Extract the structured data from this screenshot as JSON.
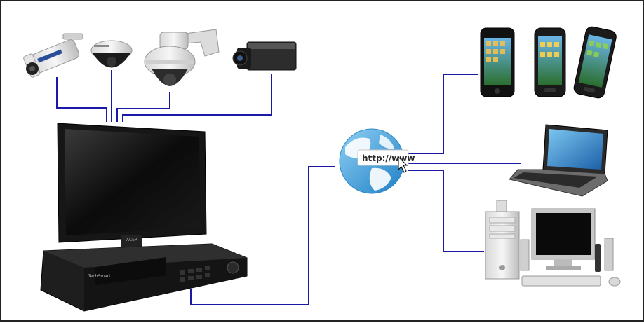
{
  "diagram": {
    "connector_color": "#1a1aa6",
    "globe_label": "http://www",
    "monitor_brand": "ACER",
    "dvr_brand": "TechSmart"
  },
  "nodes": [
    {
      "id": "camera-bullet",
      "kind": "bullet camera"
    },
    {
      "id": "camera-mini-dome",
      "kind": "mini dome camera"
    },
    {
      "id": "camera-ptz-dome",
      "kind": "PTZ dome camera"
    },
    {
      "id": "camera-box",
      "kind": "box camera"
    },
    {
      "id": "dvr-station",
      "kind": "monitor and DVR recorder"
    },
    {
      "id": "internet-globe",
      "kind": "internet"
    },
    {
      "id": "phone-iphone",
      "kind": "smartphone"
    },
    {
      "id": "phone-galaxy",
      "kind": "smartphone"
    },
    {
      "id": "phone-android",
      "kind": "smartphone"
    },
    {
      "id": "laptop",
      "kind": "laptop"
    },
    {
      "id": "desktop-pc",
      "kind": "desktop computer"
    }
  ],
  "edges": [
    {
      "from": "camera-bullet",
      "to": "dvr-station"
    },
    {
      "from": "camera-mini-dome",
      "to": "dvr-station"
    },
    {
      "from": "camera-ptz-dome",
      "to": "dvr-station"
    },
    {
      "from": "camera-box",
      "to": "dvr-station"
    },
    {
      "from": "dvr-station",
      "to": "internet-globe"
    },
    {
      "from": "internet-globe",
      "to": "phone-iphone"
    },
    {
      "from": "internet-globe",
      "to": "laptop"
    },
    {
      "from": "internet-globe",
      "to": "desktop-pc"
    }
  ]
}
